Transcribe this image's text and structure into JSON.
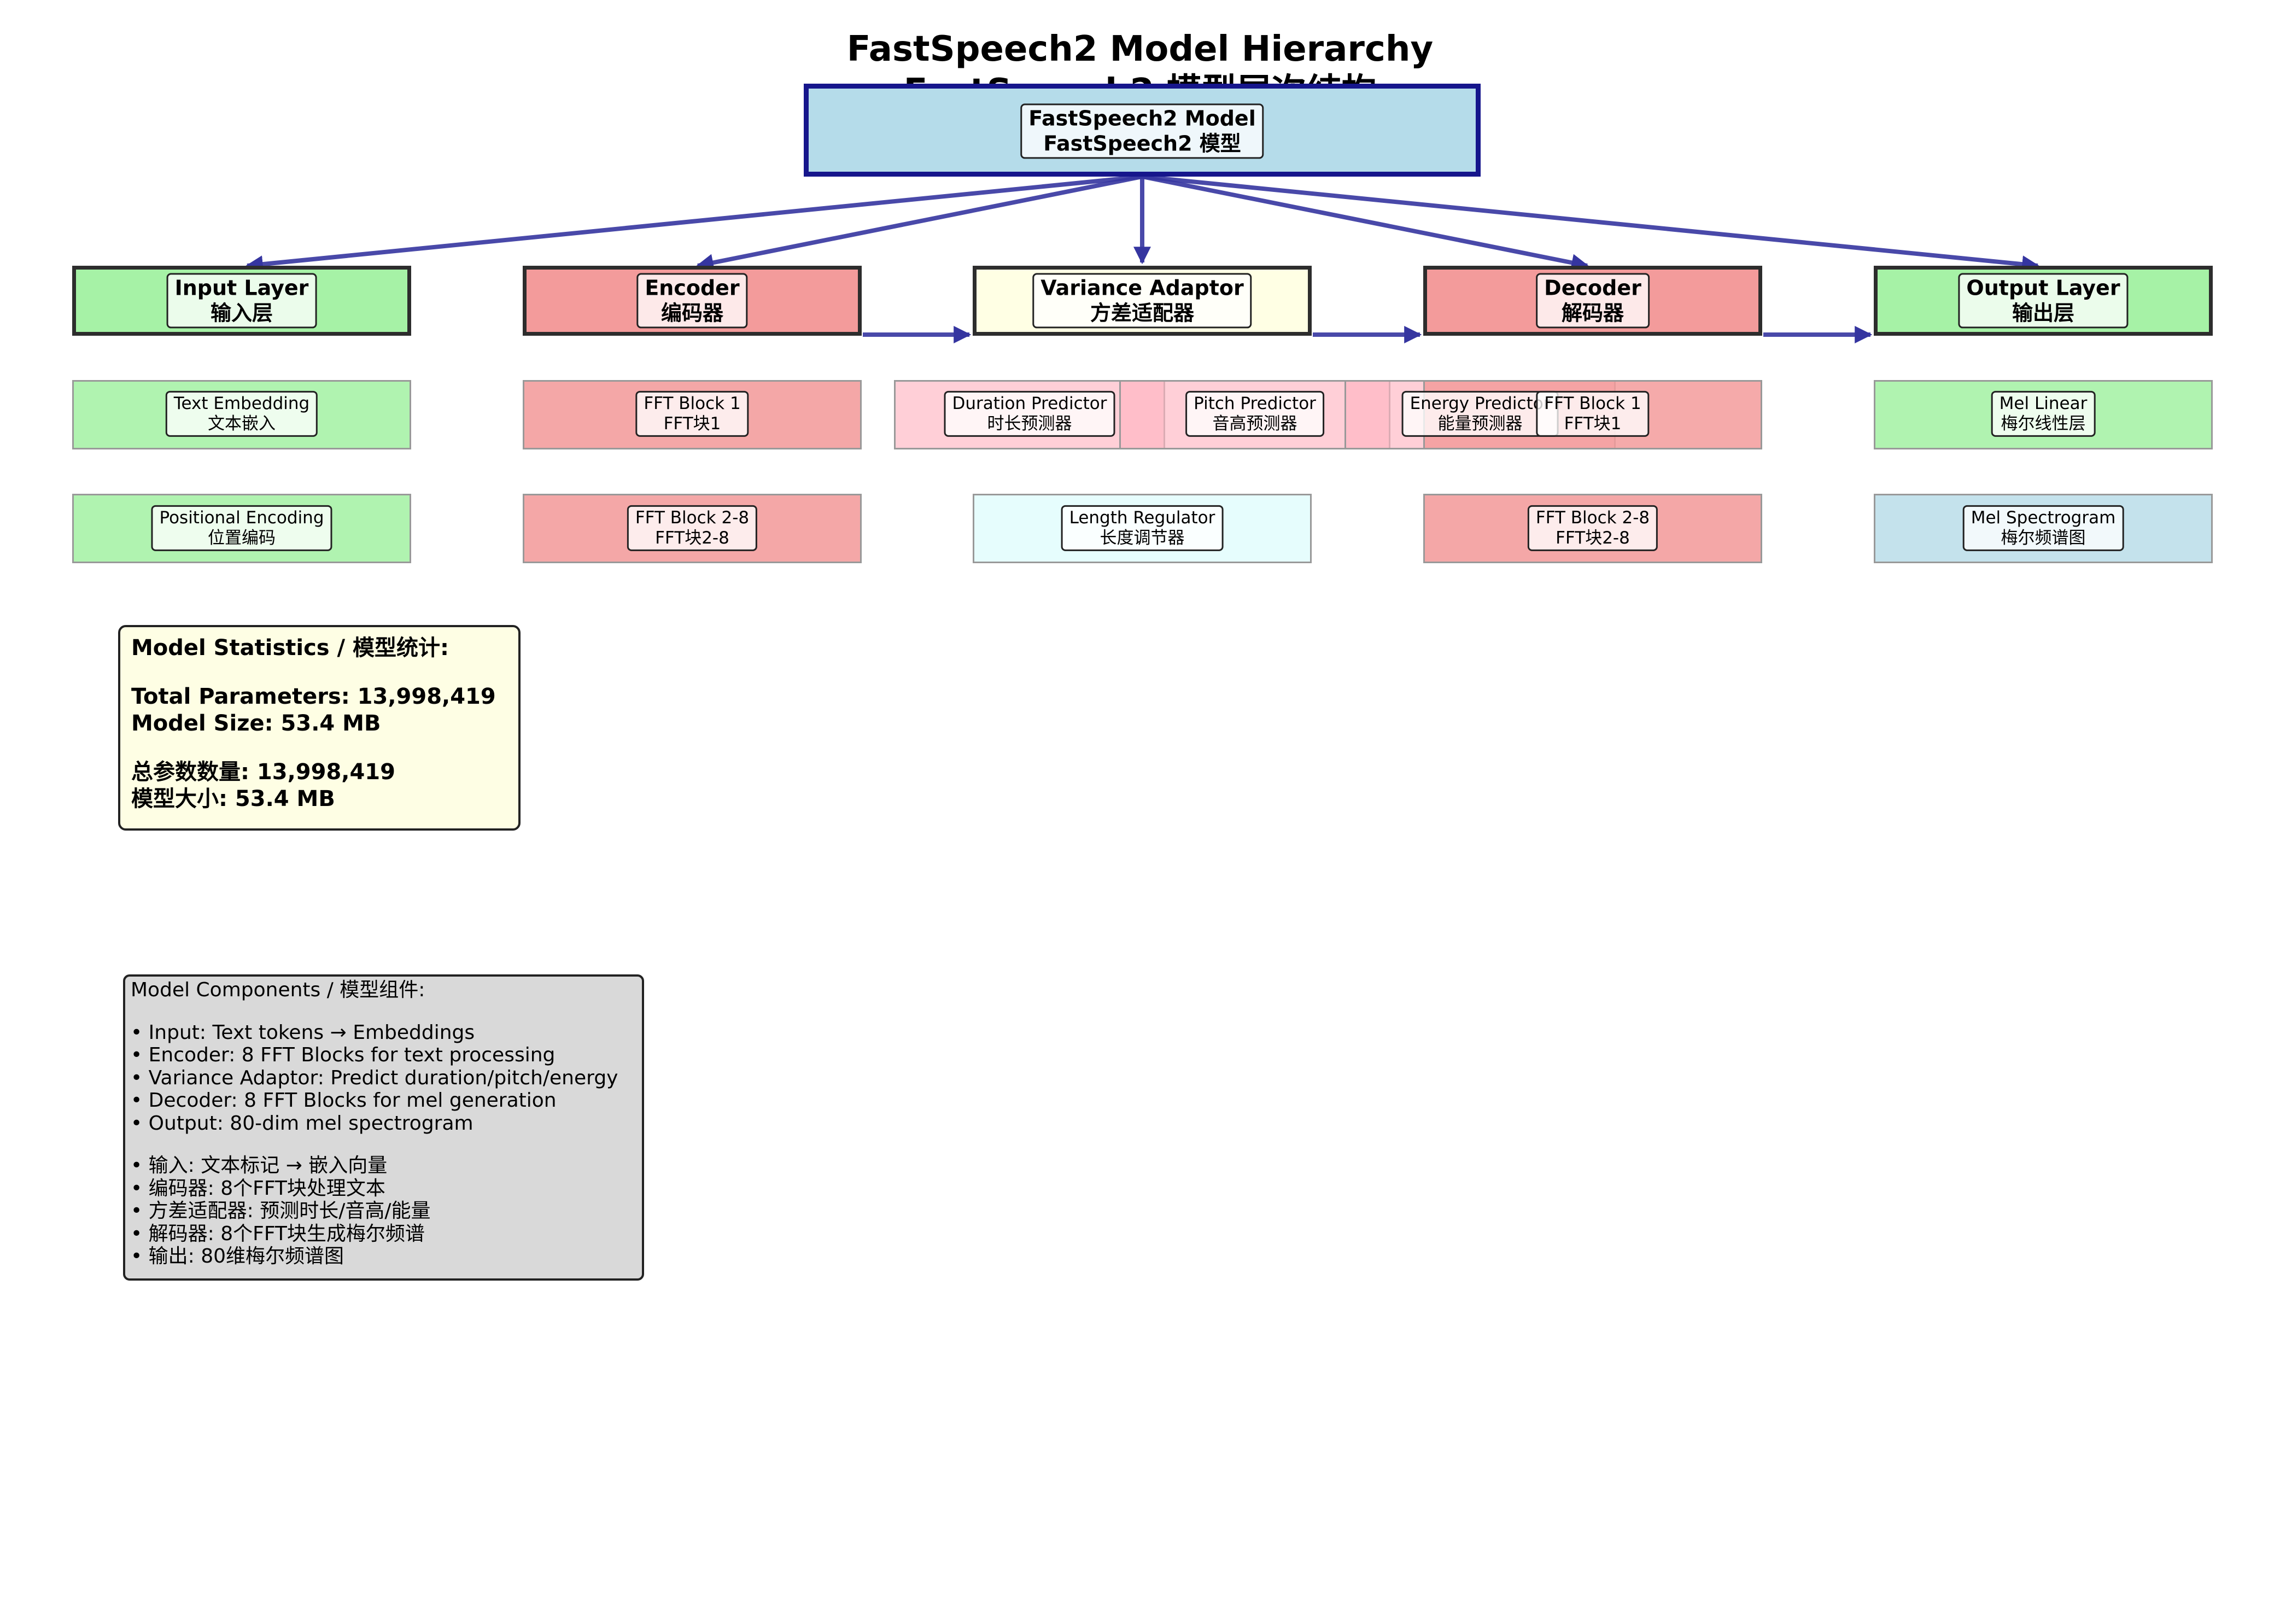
{
  "title": {
    "en": "FastSpeech2 Model Hierarchy",
    "zh": "FastSpeech2 模型层次结构"
  },
  "root": {
    "line1": "FastSpeech2 Model",
    "line2": "FastSpeech2 模型",
    "fill": "#b5dcea",
    "border": "#16168c"
  },
  "modules": [
    {
      "id": "input",
      "line1": "Input Layer",
      "line2": "输入层",
      "fill": "#a6f2a6"
    },
    {
      "id": "encoder",
      "line1": "Encoder",
      "line2": "编码器",
      "fill": "#f39b9b"
    },
    {
      "id": "variance",
      "line1": "Variance Adaptor",
      "line2": "方差适配器",
      "fill": "#ffffe4"
    },
    {
      "id": "decoder",
      "line1": "Decoder",
      "line2": "解码器",
      "fill": "#f39b9b"
    },
    {
      "id": "output",
      "line1": "Output Layer",
      "line2": "输出层",
      "fill": "#a6f2a6"
    }
  ],
  "submodules": [
    {
      "id": "text-embedding",
      "line1": "Text Embedding",
      "line2": "文本嵌入",
      "fill": "#b0f3b0"
    },
    {
      "id": "positional-encoding",
      "line1": "Positional Encoding",
      "line2": "位置编码",
      "fill": "#b0f3b0"
    },
    {
      "id": "encoder-fft-1",
      "line1": "FFT Block 1",
      "line2": "FFT块1",
      "fill": "#f4a7a7"
    },
    {
      "id": "encoder-fft-2-8",
      "line1": "FFT Block 2-8",
      "line2": "FFT块2-8",
      "fill": "#f4a7a7"
    },
    {
      "id": "duration-predictor",
      "line1": "Duration Predictor",
      "line2": "时长预测器",
      "fill": "#ffc8d0"
    },
    {
      "id": "pitch-predictor",
      "line1": "Pitch Predictor",
      "line2": "音高预测器",
      "fill": "#ffc8d0"
    },
    {
      "id": "energy-predictor",
      "line1": "Energy Predictor",
      "line2": "能量预测器",
      "fill": "#ffc8d0"
    },
    {
      "id": "length-regulator",
      "line1": "Length Regulator",
      "line2": "长度调节器",
      "fill": "#e6fdfd"
    },
    {
      "id": "decoder-fft-1",
      "line1": "FFT Block 1",
      "line2": "FFT块1",
      "fill": "#f4a7a7"
    },
    {
      "id": "decoder-fft-2-8",
      "line1": "FFT Block 2-8",
      "line2": "FFT块2-8",
      "fill": "#f4a7a7"
    },
    {
      "id": "mel-linear",
      "line1": "Mel Linear",
      "line2": "梅尔线性层",
      "fill": "#b0f3b0"
    },
    {
      "id": "mel-spectrogram",
      "line1": "Mel Spectrogram",
      "line2": "梅尔频谱图",
      "fill": "#c4e2ec"
    }
  ],
  "stats": {
    "heading": "Model Statistics / 模型统计:",
    "total_params": "Total Parameters: 13,998,419",
    "model_size": "Model Size: 53.4 MB",
    "total_params_zh": "总参数数量: 13,998,419",
    "model_size_zh": "模型大小: 53.4 MB"
  },
  "components": {
    "heading": "Model Components / 模型组件:",
    "en": [
      "• Input: Text tokens → Embeddings",
      "• Encoder: 8 FFT Blocks for text processing",
      "• Variance Adaptor: Predict duration/pitch/energy",
      "• Decoder: 8 FFT Blocks for mel generation",
      "• Output: 80-dim mel spectrogram"
    ],
    "zh": [
      "• 输入: 文本标记 → 嵌入向量",
      "• 编码器: 8个FFT块处理文本",
      "• 方差适配器: 预测时长/音高/能量",
      "• 解码器: 8个FFT块生成梅尔频谱",
      "• 输出: 80维梅尔频谱图"
    ]
  },
  "colors": {
    "arrow": "#3535a0"
  }
}
